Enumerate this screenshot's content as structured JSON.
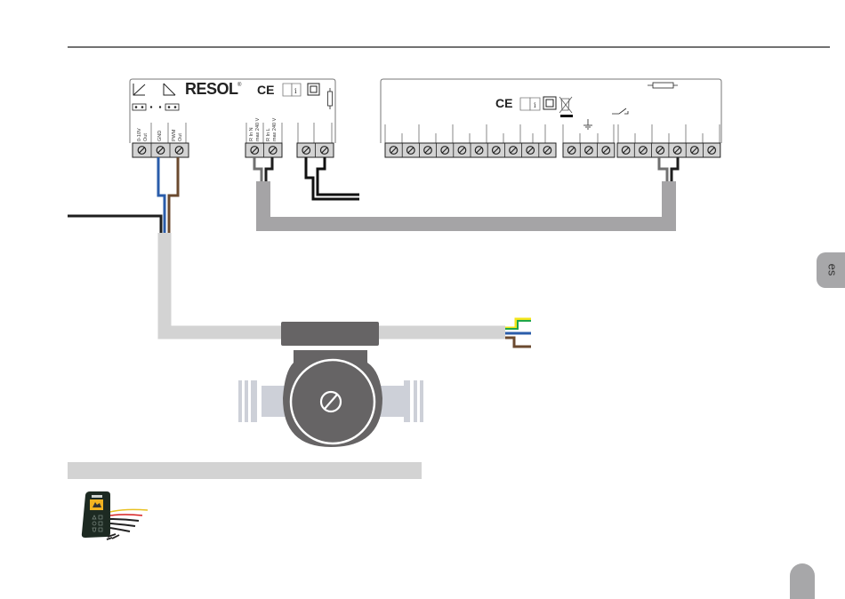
{
  "page": {
    "language_tab": "es",
    "colors": {
      "rule": "#1e1e1e",
      "cable_light": "#d3d3d3",
      "cable_dark": "#a5a4a6",
      "pump_body": "#666465",
      "pipe": "#cdd0d8",
      "wire_blue": "#2a5caa",
      "wire_brown": "#6b4a2f",
      "wire_black": "#111111",
      "wire_grey": "#707070",
      "wire_yellow": "#f3e51a",
      "wire_green": "#1fa64a",
      "tab_grey": "#a7a7a9"
    }
  },
  "module_left": {
    "brand": "RESOL",
    "brand_mark": "®",
    "ce_mark": "CE",
    "terminal_labels": [
      {
        "line1": "0-10V",
        "line2": "Out"
      },
      {
        "line1": "GND",
        "line2": ""
      },
      {
        "line1": "PWM",
        "line2": "Out"
      },
      {
        "line1": "R In N",
        "line2": "max 240 V"
      },
      {
        "line1": "R In L",
        "line2": "max 240 V"
      }
    ]
  },
  "controller_right": {
    "ce_mark": "CE"
  },
  "accessory": {
    "section_title": "",
    "description": ""
  }
}
